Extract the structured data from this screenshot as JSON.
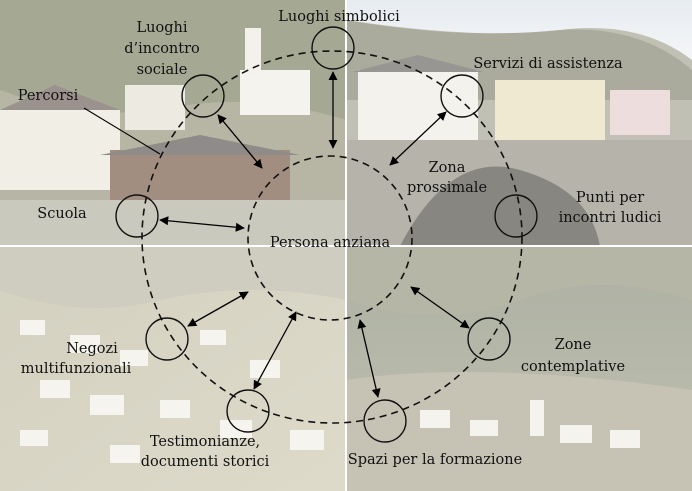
{
  "diagram": {
    "center": {
      "label": "Persona anziana"
    },
    "inner_zone": {
      "label_line1": "Zona",
      "label_line2": "prossimale"
    },
    "nodes": {
      "luoghi_simbolici": {
        "lines": [
          "Luoghi simbolici"
        ]
      },
      "servizi_assistenza": {
        "lines": [
          "Servizi di assistenza"
        ]
      },
      "punti_incontri_ludici": {
        "lines": [
          "Punti per",
          "incontri ludici"
        ]
      },
      "zone_contemplative": {
        "lines": [
          "Zone",
          "contemplative"
        ]
      },
      "spazi_formazione": {
        "lines": [
          "Spazi per la formazione"
        ]
      },
      "testimonianze": {
        "lines": [
          "Testimonianze,",
          "documenti storici"
        ]
      },
      "negozi": {
        "lines": [
          "Negozi",
          "multifunzionali"
        ]
      },
      "scuola": {
        "lines": [
          "Scuola"
        ]
      },
      "percorsi": {
        "lines": [
          "Percorsi"
        ]
      },
      "luoghi_incontro": {
        "lines": [
          "Luoghi",
          "d’incontro",
          "sociale"
        ]
      }
    }
  }
}
